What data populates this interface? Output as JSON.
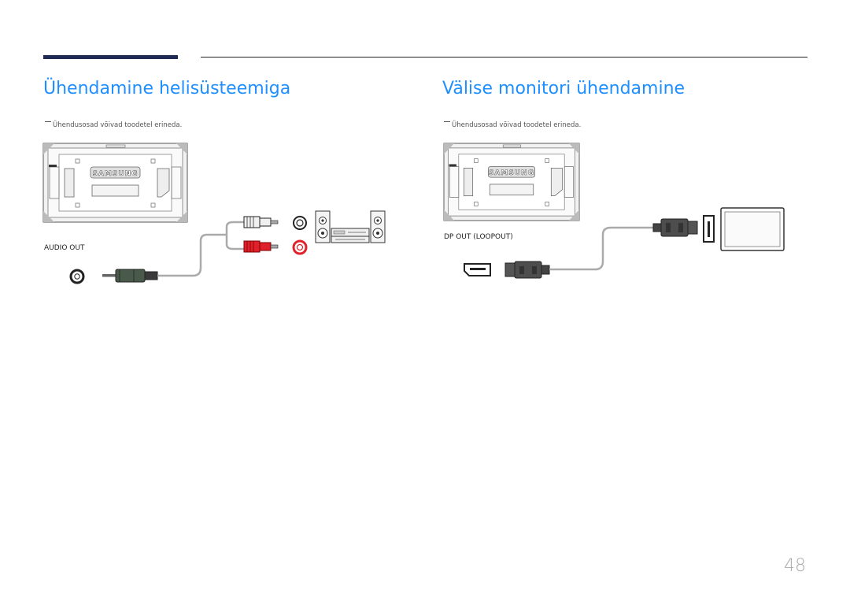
{
  "header": {
    "left_title": "Ühendamine helisüsteemiga",
    "right_title": "Välise monitori ühendamine"
  },
  "left_section": {
    "note": "Ühendusosad võivad toodetel erineda.",
    "port_label": "AUDIO OUT",
    "brand": "SAMSUNG"
  },
  "right_section": {
    "note": "Ühendusosad võivad toodetel erineda.",
    "port_label": "DP OUT (LOOPOUT)",
    "brand": "SAMSUNG"
  },
  "footer": {
    "page_number": "48"
  },
  "colors": {
    "title_blue": "#1f8fff",
    "header_bar": "#1f2a55",
    "rca_red": "#e0202a"
  }
}
